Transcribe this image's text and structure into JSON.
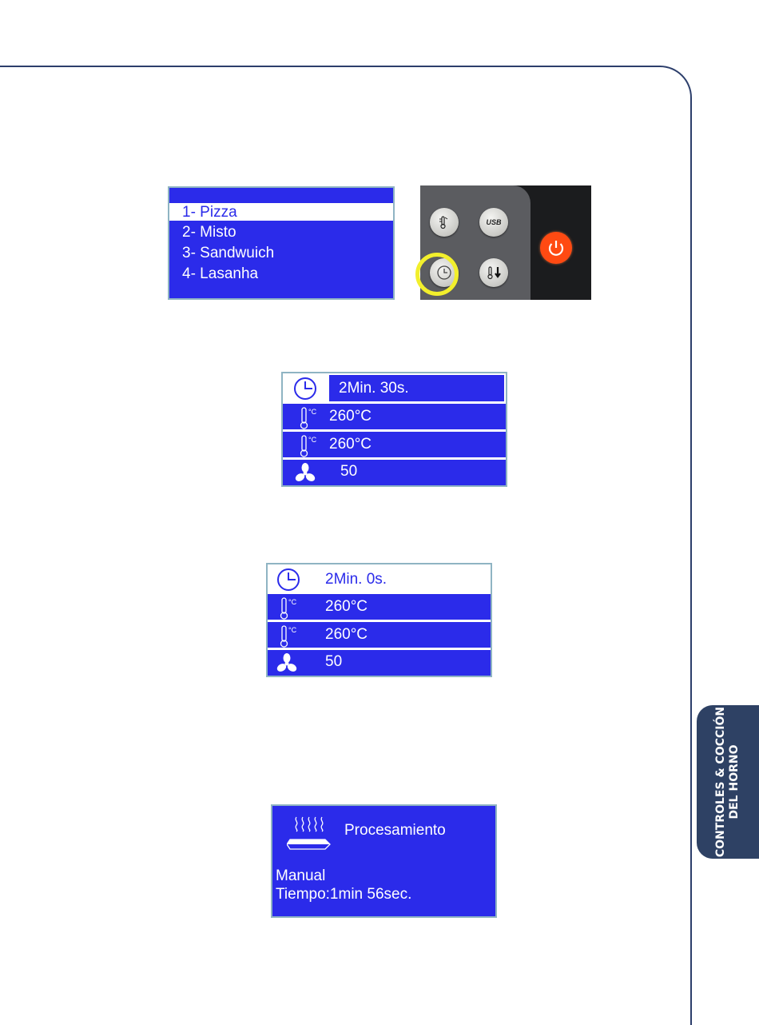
{
  "side_tab": {
    "line1": "CONTROLES & COCCIÓN",
    "line2": "DEL HORNO"
  },
  "menu": {
    "items": [
      {
        "num": "1",
        "label": "- Pizza",
        "selected": true
      },
      {
        "num": "2",
        "label": "- Misto",
        "selected": false
      },
      {
        "num": "3",
        "label": "- Sandwuich",
        "selected": false
      },
      {
        "num": "4",
        "label": "- Lasanha",
        "selected": false
      }
    ]
  },
  "panel": {
    "usb_label": "USB",
    "highlighted_button": "timer-button"
  },
  "screen_edit": {
    "time": "2Min. 30s.",
    "temp_top": "260°C",
    "temp_bottom": "260°C",
    "fan": "50"
  },
  "screen_set": {
    "time": "2Min. 0s.",
    "temp_top": "260°C",
    "temp_bottom": "260°C",
    "fan": "50"
  },
  "screen_processing": {
    "status": "Procesamiento",
    "mode": "Manual",
    "time": "Tiempo:1min 56sec."
  },
  "temp_unit_icon": "°C",
  "colors": {
    "lcd_blue": "#2b2bea",
    "tab_navy": "#2e4164",
    "highlight": "#f2ef2c",
    "power": "#ff4a12"
  }
}
